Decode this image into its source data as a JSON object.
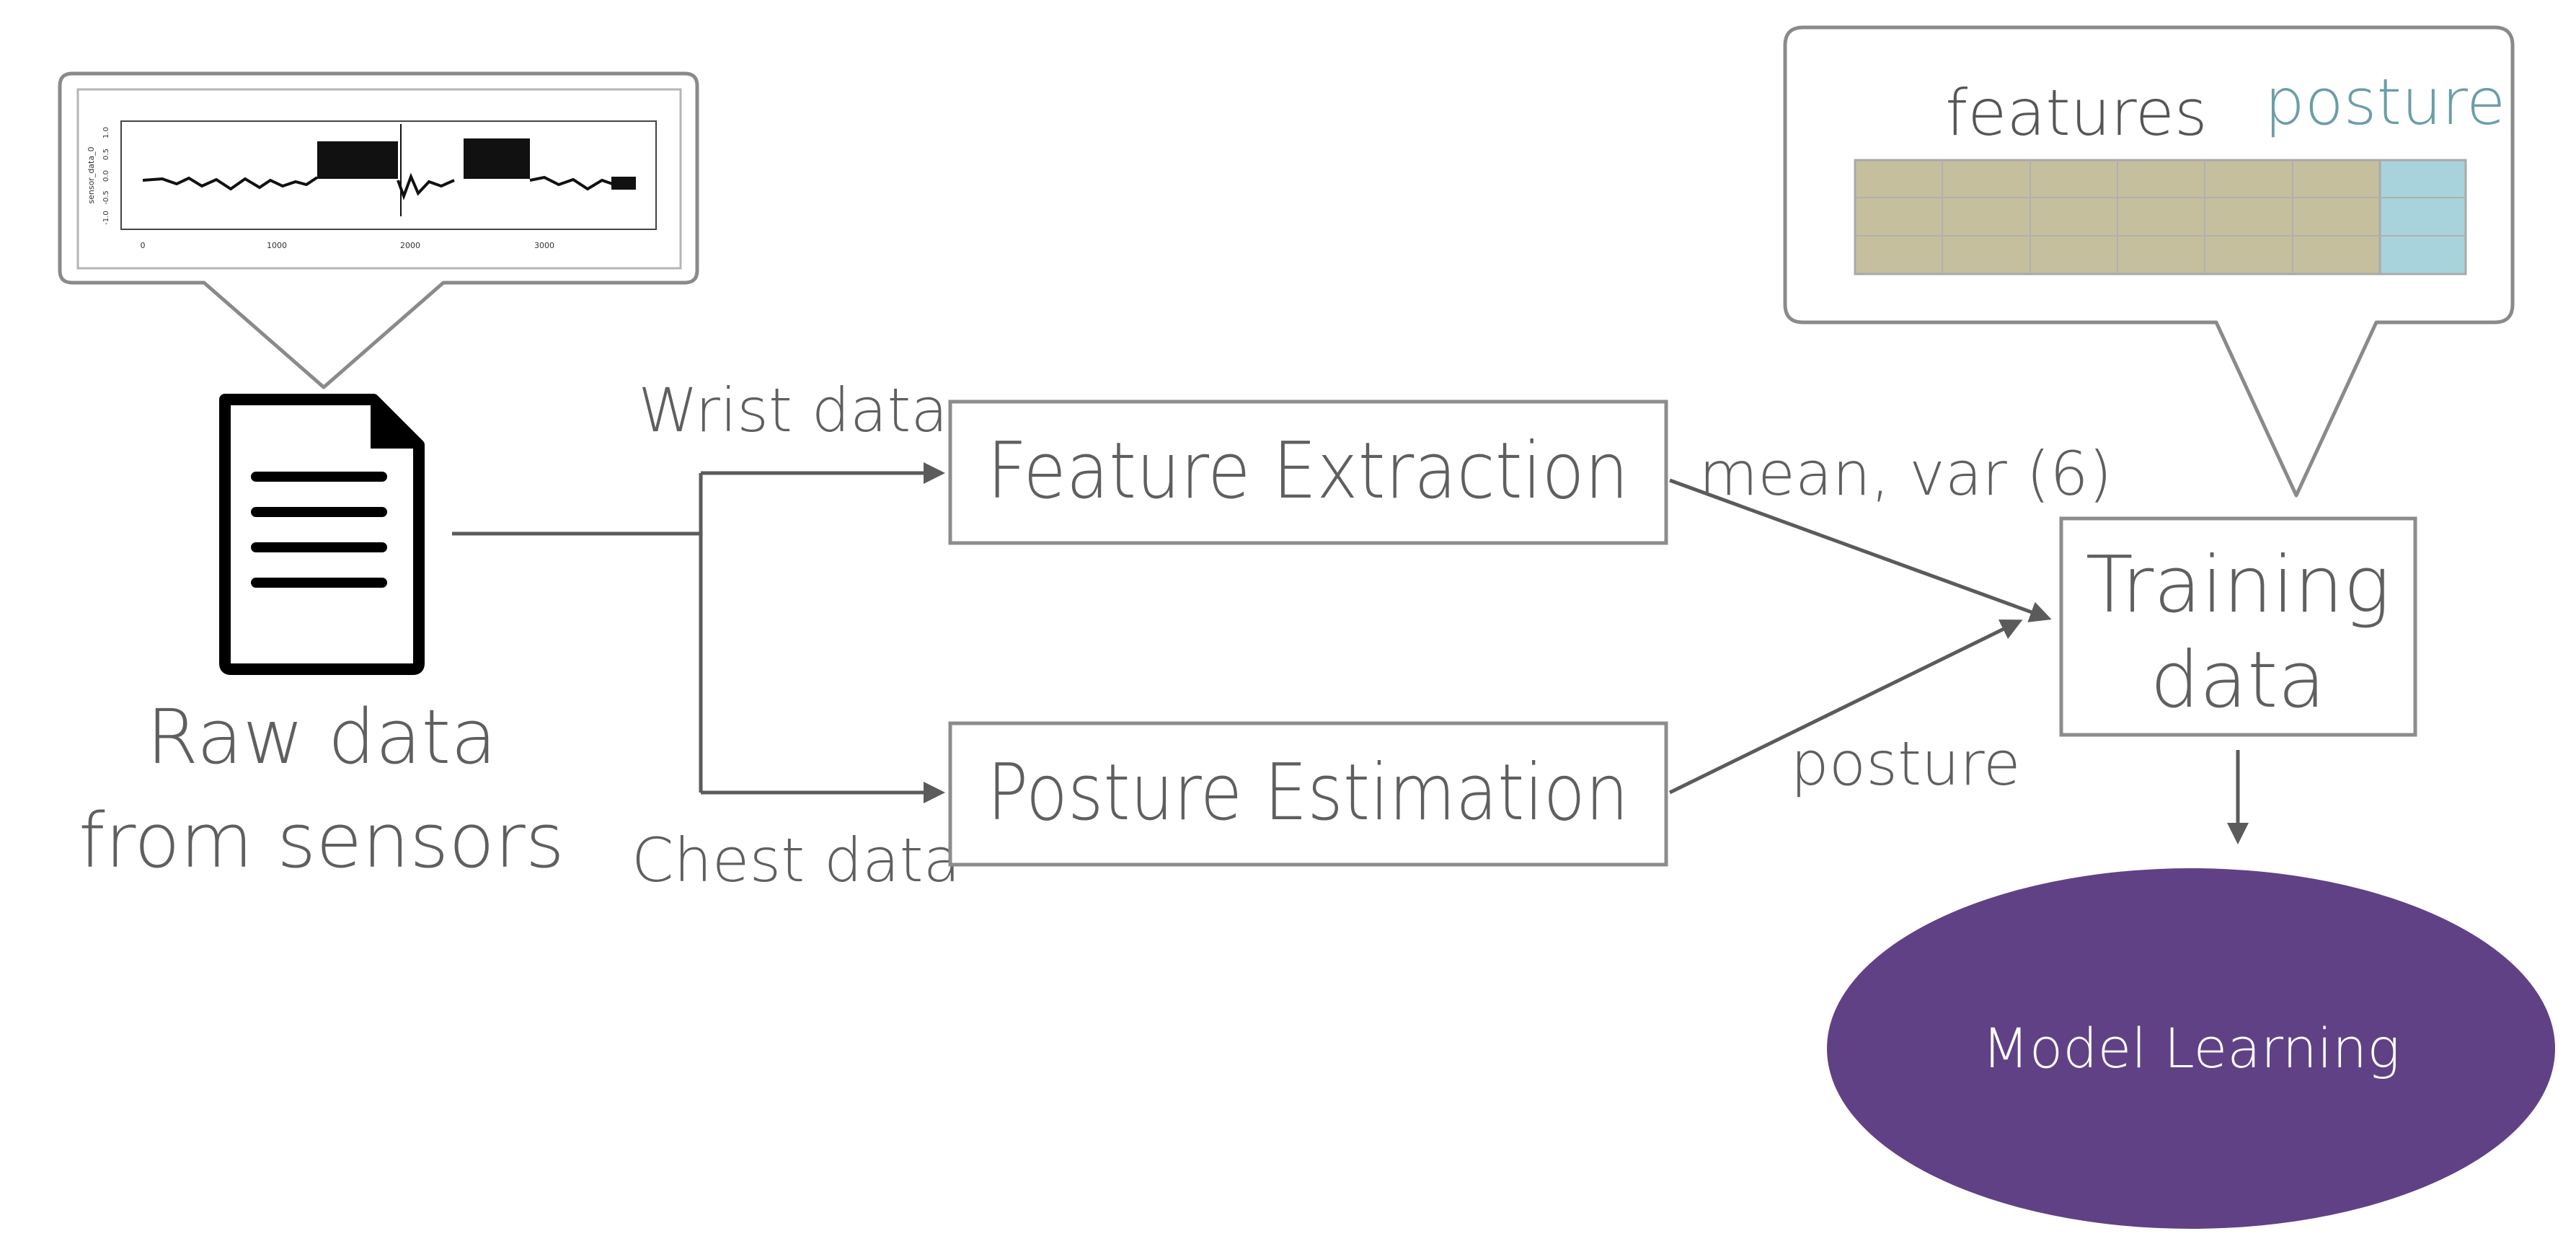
{
  "raw_data": {
    "label_line1": "Raw data",
    "label_line2": "from sensors",
    "icon": "document-icon"
  },
  "sensor_plot": {
    "y_label": "sensor_data_0",
    "y_ticks": [
      "1.0",
      "0.5",
      "0.0",
      "-0.5",
      "-1.0"
    ],
    "x_ticks": [
      "0",
      "1000",
      "2000",
      "3000"
    ]
  },
  "branches": {
    "wrist_label": "Wrist data",
    "chest_label": "Chest data"
  },
  "feature_extraction": {
    "label": "Feature Extraction",
    "output_label": "mean, var (6)"
  },
  "posture_estimation": {
    "label": "Posture Estimation",
    "output_label": "posture"
  },
  "training_data": {
    "label_line1": "Training",
    "label_line2": "data"
  },
  "table_callout": {
    "features_label": "features",
    "posture_label": "posture",
    "feature_color": "#c6bf9d",
    "posture_color": "#a9d3dc"
  },
  "model_learning": {
    "label": "Model Learning",
    "color": "#614185"
  },
  "colors": {
    "line": "#5b5b5b",
    "text": "#5f5f5f",
    "box_border": "#8c8c8c"
  }
}
